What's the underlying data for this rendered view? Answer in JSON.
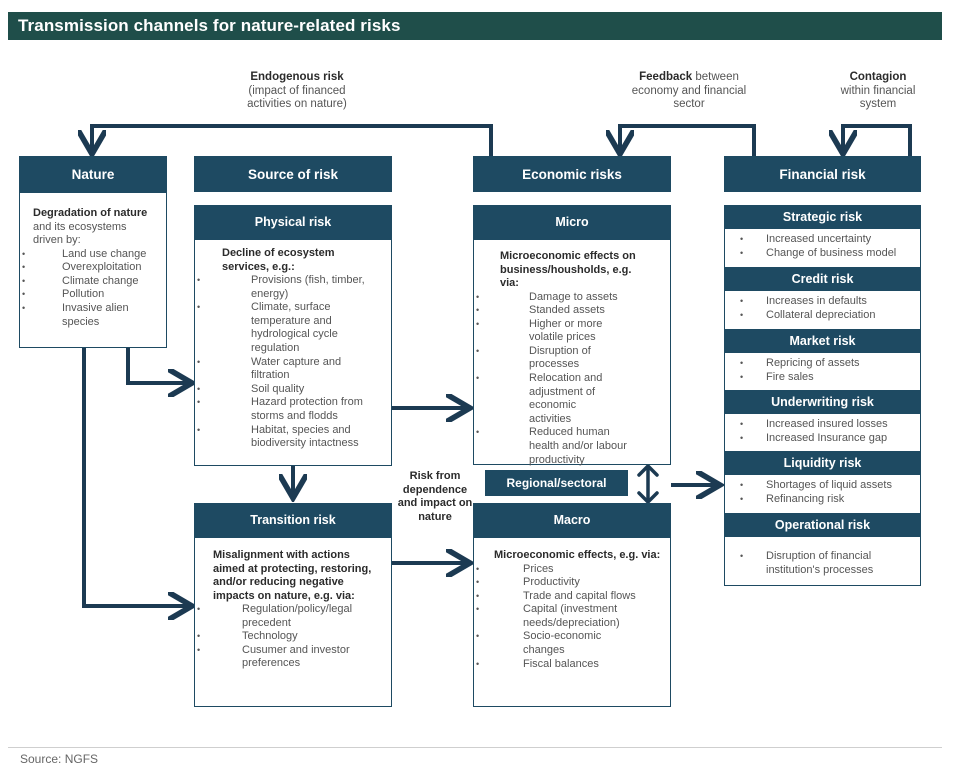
{
  "title": "Transmission channels for nature-related risks",
  "notes": {
    "endogenous": {
      "bold": "Endogenous risk",
      "text": "(impact of financed activities on nature)"
    },
    "feedback": {
      "bold": "Feedback",
      "text": " between economy and financial sector"
    },
    "contagion": {
      "bold": "Contagion",
      "text": "within financial system"
    }
  },
  "columns": {
    "nature": "Nature",
    "source": "Source of risk",
    "economic": "Economic risks",
    "financial": "Financial risk"
  },
  "nature_box": {
    "title": "Degradation of nature",
    "intro": "and its ecosystems driven by:",
    "items": [
      "Land use change",
      "Overexploitation",
      "Climate change",
      "Pollution",
      "Invasive alien species"
    ]
  },
  "physical": {
    "header": "Physical risk",
    "title": "Decline of ecosystem services, e.g.:",
    "items": [
      "Provisions (fish, timber, energy)",
      "Climate, surface temperature and hydrological cycle regulation",
      "Water capture and filtration",
      "Soil quality",
      "Hazard protection from storms and flodds",
      "Habitat, species and biodiversity intactness"
    ]
  },
  "transition": {
    "header": "Transition risk",
    "title": "Misalignment with actions aimed at protecting, restoring, and/or reducing negative impacts on nature, e.g. via:",
    "items": [
      "Regulation/policy/legal precedent",
      "Technology",
      "Cusumer and investor preferences"
    ]
  },
  "middle_label": "Risk from dependence and impact on nature",
  "micro": {
    "header": "Micro",
    "title": "Microeconomic effects on business/housholds, e.g. via:",
    "items": [
      "Damage to assets",
      "Standed assets",
      "Higher or more volatile prices",
      "Disruption of processes",
      "Relocation and adjustment of economic activities",
      "Reduced human health and/or labour productivity"
    ]
  },
  "regional": "Regional/sectoral",
  "macro": {
    "header": "Macro",
    "title": "Microeconomic effects, e.g. via:",
    "items": [
      "Prices",
      "Productivity",
      "Trade and capital flows",
      "Capital (investment needs/depreciation)",
      "Socio-economic changes",
      "Fiscal balances"
    ]
  },
  "financial": [
    {
      "header": "Strategic risk",
      "items": [
        "Increased uncertainty",
        "Change of business model"
      ]
    },
    {
      "header": "Credit risk",
      "items": [
        "Increases in defaults",
        "Collateral depreciation"
      ]
    },
    {
      "header": "Market risk",
      "items": [
        "Repricing of assets",
        "Fire sales"
      ]
    },
    {
      "header": "Underwriting risk",
      "items": [
        "Increased insured losses",
        "Increased Insurance gap"
      ]
    },
    {
      "header": "Liquidity risk",
      "items": [
        "Shortages of liquid assets",
        "Refinancing risk"
      ]
    },
    {
      "header": "Operational risk",
      "items": [
        "Disruption of financial institution's processes"
      ]
    }
  ],
  "source": "Source: NGFS",
  "colors": {
    "banner": "#1f4e4a",
    "header": "#1e4a62",
    "arrow": "#1c3a52"
  }
}
